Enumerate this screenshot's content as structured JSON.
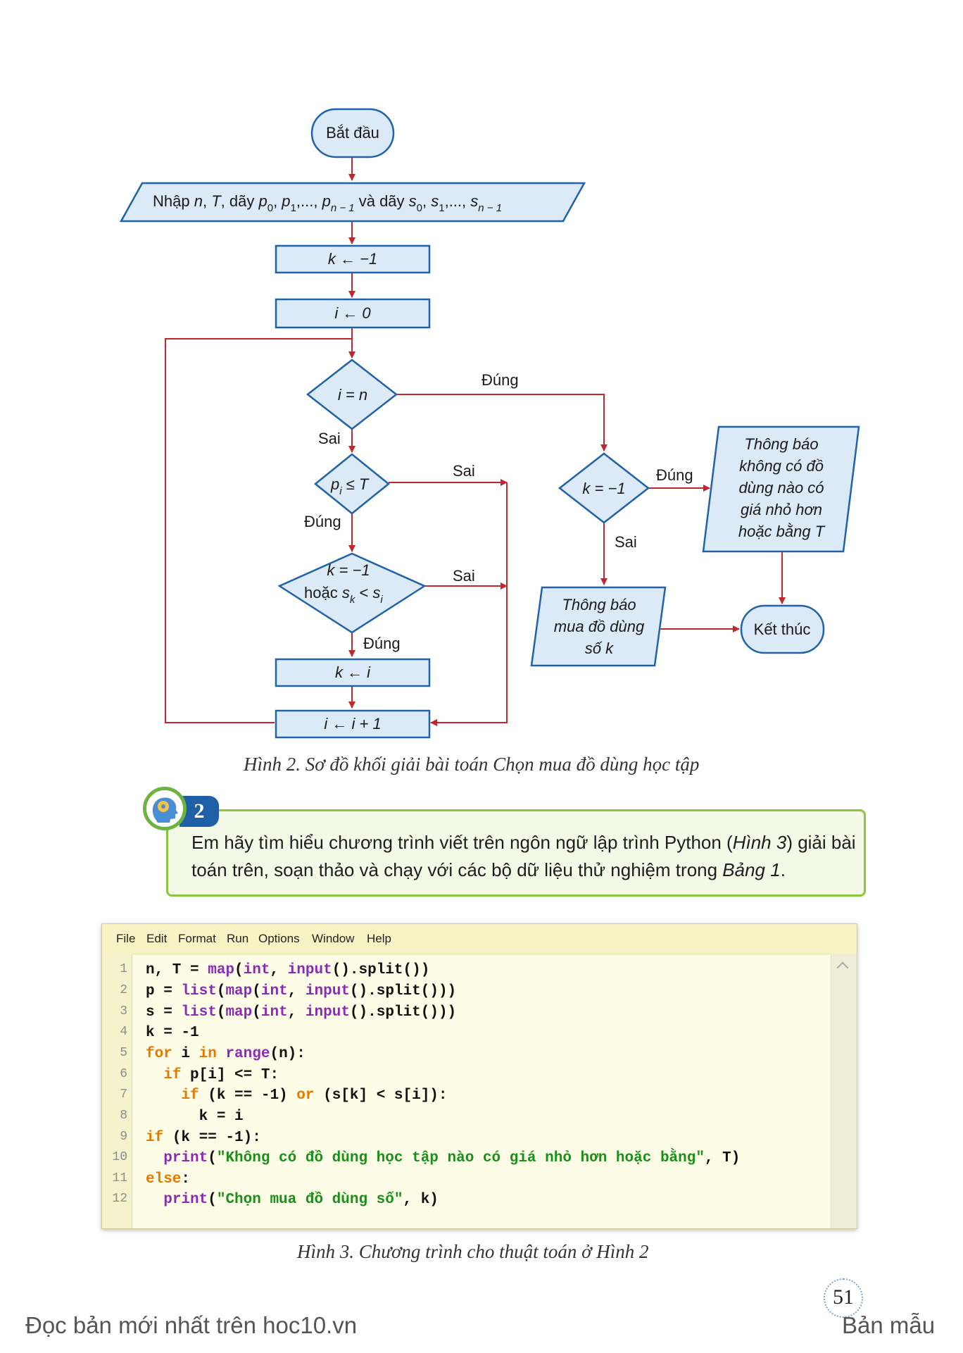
{
  "figure2": {
    "start": "Bắt đầu",
    "input_parts": [
      "Nhập ",
      "n",
      ", ",
      "T",
      ", dãy ",
      "p",
      "0",
      ", ",
      "p",
      "1",
      ",..., ",
      "p",
      "n − 1",
      " và dãy ",
      "s",
      "0",
      ", ",
      "s",
      "1",
      ",..., ",
      "s",
      "n − 1"
    ],
    "k_init": "k ← −1",
    "i_init": "i ← 0",
    "cond_i_eq_n": "i = n",
    "cond_p_le_T": {
      "p": "p",
      "sub": "i",
      "rest": " ≤ T"
    },
    "cond_k_or_s": {
      "line1": "k = −1",
      "line2a": "hoặc ",
      "s1": "s",
      "sub1": "k",
      "mid": " < ",
      "s2": "s",
      "sub2": "i"
    },
    "k_assign": "k ← i",
    "i_increment": "i ← i + 1",
    "cond_k_eq_minus1": "k = −1",
    "msg_none": [
      "Thông báo",
      "không có đồ",
      "dùng nào có",
      "giá nhỏ hơn",
      "hoặc bằng T"
    ],
    "msg_choose": [
      "Thông báo",
      "mua đồ dùng",
      "số k"
    ],
    "end": "Kết thúc",
    "label_true": "Đúng",
    "label_false": "Sai",
    "caption": "Hình 2. Sơ đồ khối giải bài toán Chọn mua đồ dùng học tập",
    "colors": {
      "stroke": "#1f63a8",
      "fill": "#dce9f6",
      "arrow": "#c4262e"
    }
  },
  "activity": {
    "number": "2",
    "text_parts": [
      "Em hãy tìm hiểu chương trình viết trên ngôn ngữ lập trình Python (",
      "Hình 3",
      ") giải bài toán trên, soạn thảo và chạy với các bộ dữ liệu thử nghiệm trong ",
      "Bảng 1",
      "."
    ],
    "icon": "head-gear-icon"
  },
  "editor": {
    "menu": [
      "File",
      "Edit",
      "Format",
      "Run",
      "Options",
      "Window",
      "Help"
    ],
    "line_numbers": [
      "1",
      "2",
      "3",
      "4",
      "5",
      "6",
      "7",
      "8",
      "9",
      "10",
      "11",
      "12"
    ],
    "code": [
      [
        [
          "",
          "n, T = "
        ],
        [
          "bi",
          "map"
        ],
        [
          "",
          "("
        ],
        [
          "bi",
          "int"
        ],
        [
          "",
          ", "
        ],
        [
          "bi",
          "input"
        ],
        [
          "",
          "().split())"
        ]
      ],
      [
        [
          "",
          "p = "
        ],
        [
          "bi",
          "list"
        ],
        [
          "",
          "("
        ],
        [
          "bi",
          "map"
        ],
        [
          "",
          "("
        ],
        [
          "bi",
          "int"
        ],
        [
          "",
          ", "
        ],
        [
          "bi",
          "input"
        ],
        [
          "",
          "().split()))"
        ]
      ],
      [
        [
          "",
          "s = "
        ],
        [
          "bi",
          "list"
        ],
        [
          "",
          "("
        ],
        [
          "bi",
          "map"
        ],
        [
          "",
          "("
        ],
        [
          "bi",
          "int"
        ],
        [
          "",
          ", "
        ],
        [
          "bi",
          "input"
        ],
        [
          "",
          "().split()))"
        ]
      ],
      [
        [
          "",
          "k = -1"
        ]
      ],
      [
        [
          "kw",
          "for"
        ],
        [
          "",
          " i "
        ],
        [
          "kw",
          "in"
        ],
        [
          "",
          " "
        ],
        [
          "bi",
          "range"
        ],
        [
          "",
          "(n):"
        ]
      ],
      [
        [
          "",
          "  "
        ],
        [
          "kw",
          "if"
        ],
        [
          "",
          " p[i] <= T:"
        ]
      ],
      [
        [
          "",
          "    "
        ],
        [
          "kw",
          "if"
        ],
        [
          "",
          " (k == -1) "
        ],
        [
          "kw",
          "or"
        ],
        [
          "",
          " (s[k] < s[i]):"
        ]
      ],
      [
        [
          "",
          "      k = i"
        ]
      ],
      [
        [
          "kw",
          "if"
        ],
        [
          "",
          " (k == -1):"
        ]
      ],
      [
        [
          "",
          "  "
        ],
        [
          "bi",
          "print"
        ],
        [
          "",
          "("
        ],
        [
          "st",
          "\"Không có đồ dùng học tập nào có giá nhỏ hơn hoặc bằng\""
        ],
        [
          "",
          ", T)"
        ]
      ],
      [
        [
          "kw",
          "else"
        ],
        [
          "",
          ":"
        ]
      ],
      [
        [
          "",
          "  "
        ],
        [
          "bi",
          "print"
        ],
        [
          "",
          "("
        ],
        [
          "st",
          "\"Chọn mua đồ dùng số\""
        ],
        [
          "",
          ", k)"
        ]
      ]
    ],
    "caption": "Hình 3. Chương trình cho thuật toán ở Hình 2"
  },
  "footer": {
    "left": "Đọc bản mới nhất trên hoc10.vn",
    "page_number": "51",
    "right": "Bản mẫu"
  }
}
